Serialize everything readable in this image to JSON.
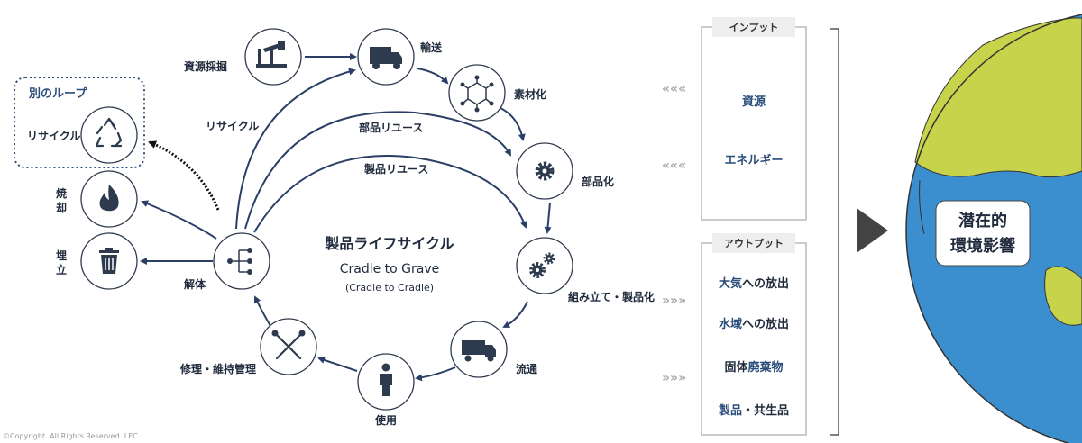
{
  "diagram": {
    "title": "製品ライフサイクル",
    "subtitle_en": "Cradle to Grave",
    "subtitle_en2": "(Cradle to Cradle)",
    "copyright": "©Copyright. All Rights Reserved. LEC"
  },
  "nodes": {
    "extraction": "資源採掘",
    "transport": "輸送",
    "materials": "素材化",
    "parts": "部品化",
    "assembly": "組み立て・製品化",
    "distribution": "流通",
    "use": "使用",
    "repair": "修理・維持管理",
    "dismantle": "解体",
    "landfill_1": "埋",
    "landfill_2": "立",
    "incinerate_1": "焼",
    "incinerate_2": "却",
    "recycle": "リサイクル"
  },
  "arrows": {
    "recycle": "リサイクル",
    "parts_reuse": "部品リユース",
    "product_reuse": "製品リユース"
  },
  "other_loop": {
    "title": "別のループ"
  },
  "input_box": {
    "header": "インプット",
    "items": [
      "資源",
      "エネルギー"
    ]
  },
  "output_box": {
    "header": "アウトプット",
    "items": [
      {
        "accent": "大気",
        "rest": "への放出"
      },
      {
        "accent": "水域",
        "rest": "への放出"
      },
      {
        "plain": "固体",
        "accent": "廃棄物"
      },
      {
        "accent": "製品",
        "rest": "・共生品"
      }
    ]
  },
  "symbols": {
    "input_chevrons": "«««",
    "output_chevrons": "»»»"
  },
  "impact": {
    "line1": "潜在的",
    "line2": "環境影響"
  },
  "colors": {
    "accent": "#2a4d7a",
    "arrow": "#2b3f66",
    "globe_land": "#c7d34a",
    "globe_water": "#3b8fce"
  }
}
